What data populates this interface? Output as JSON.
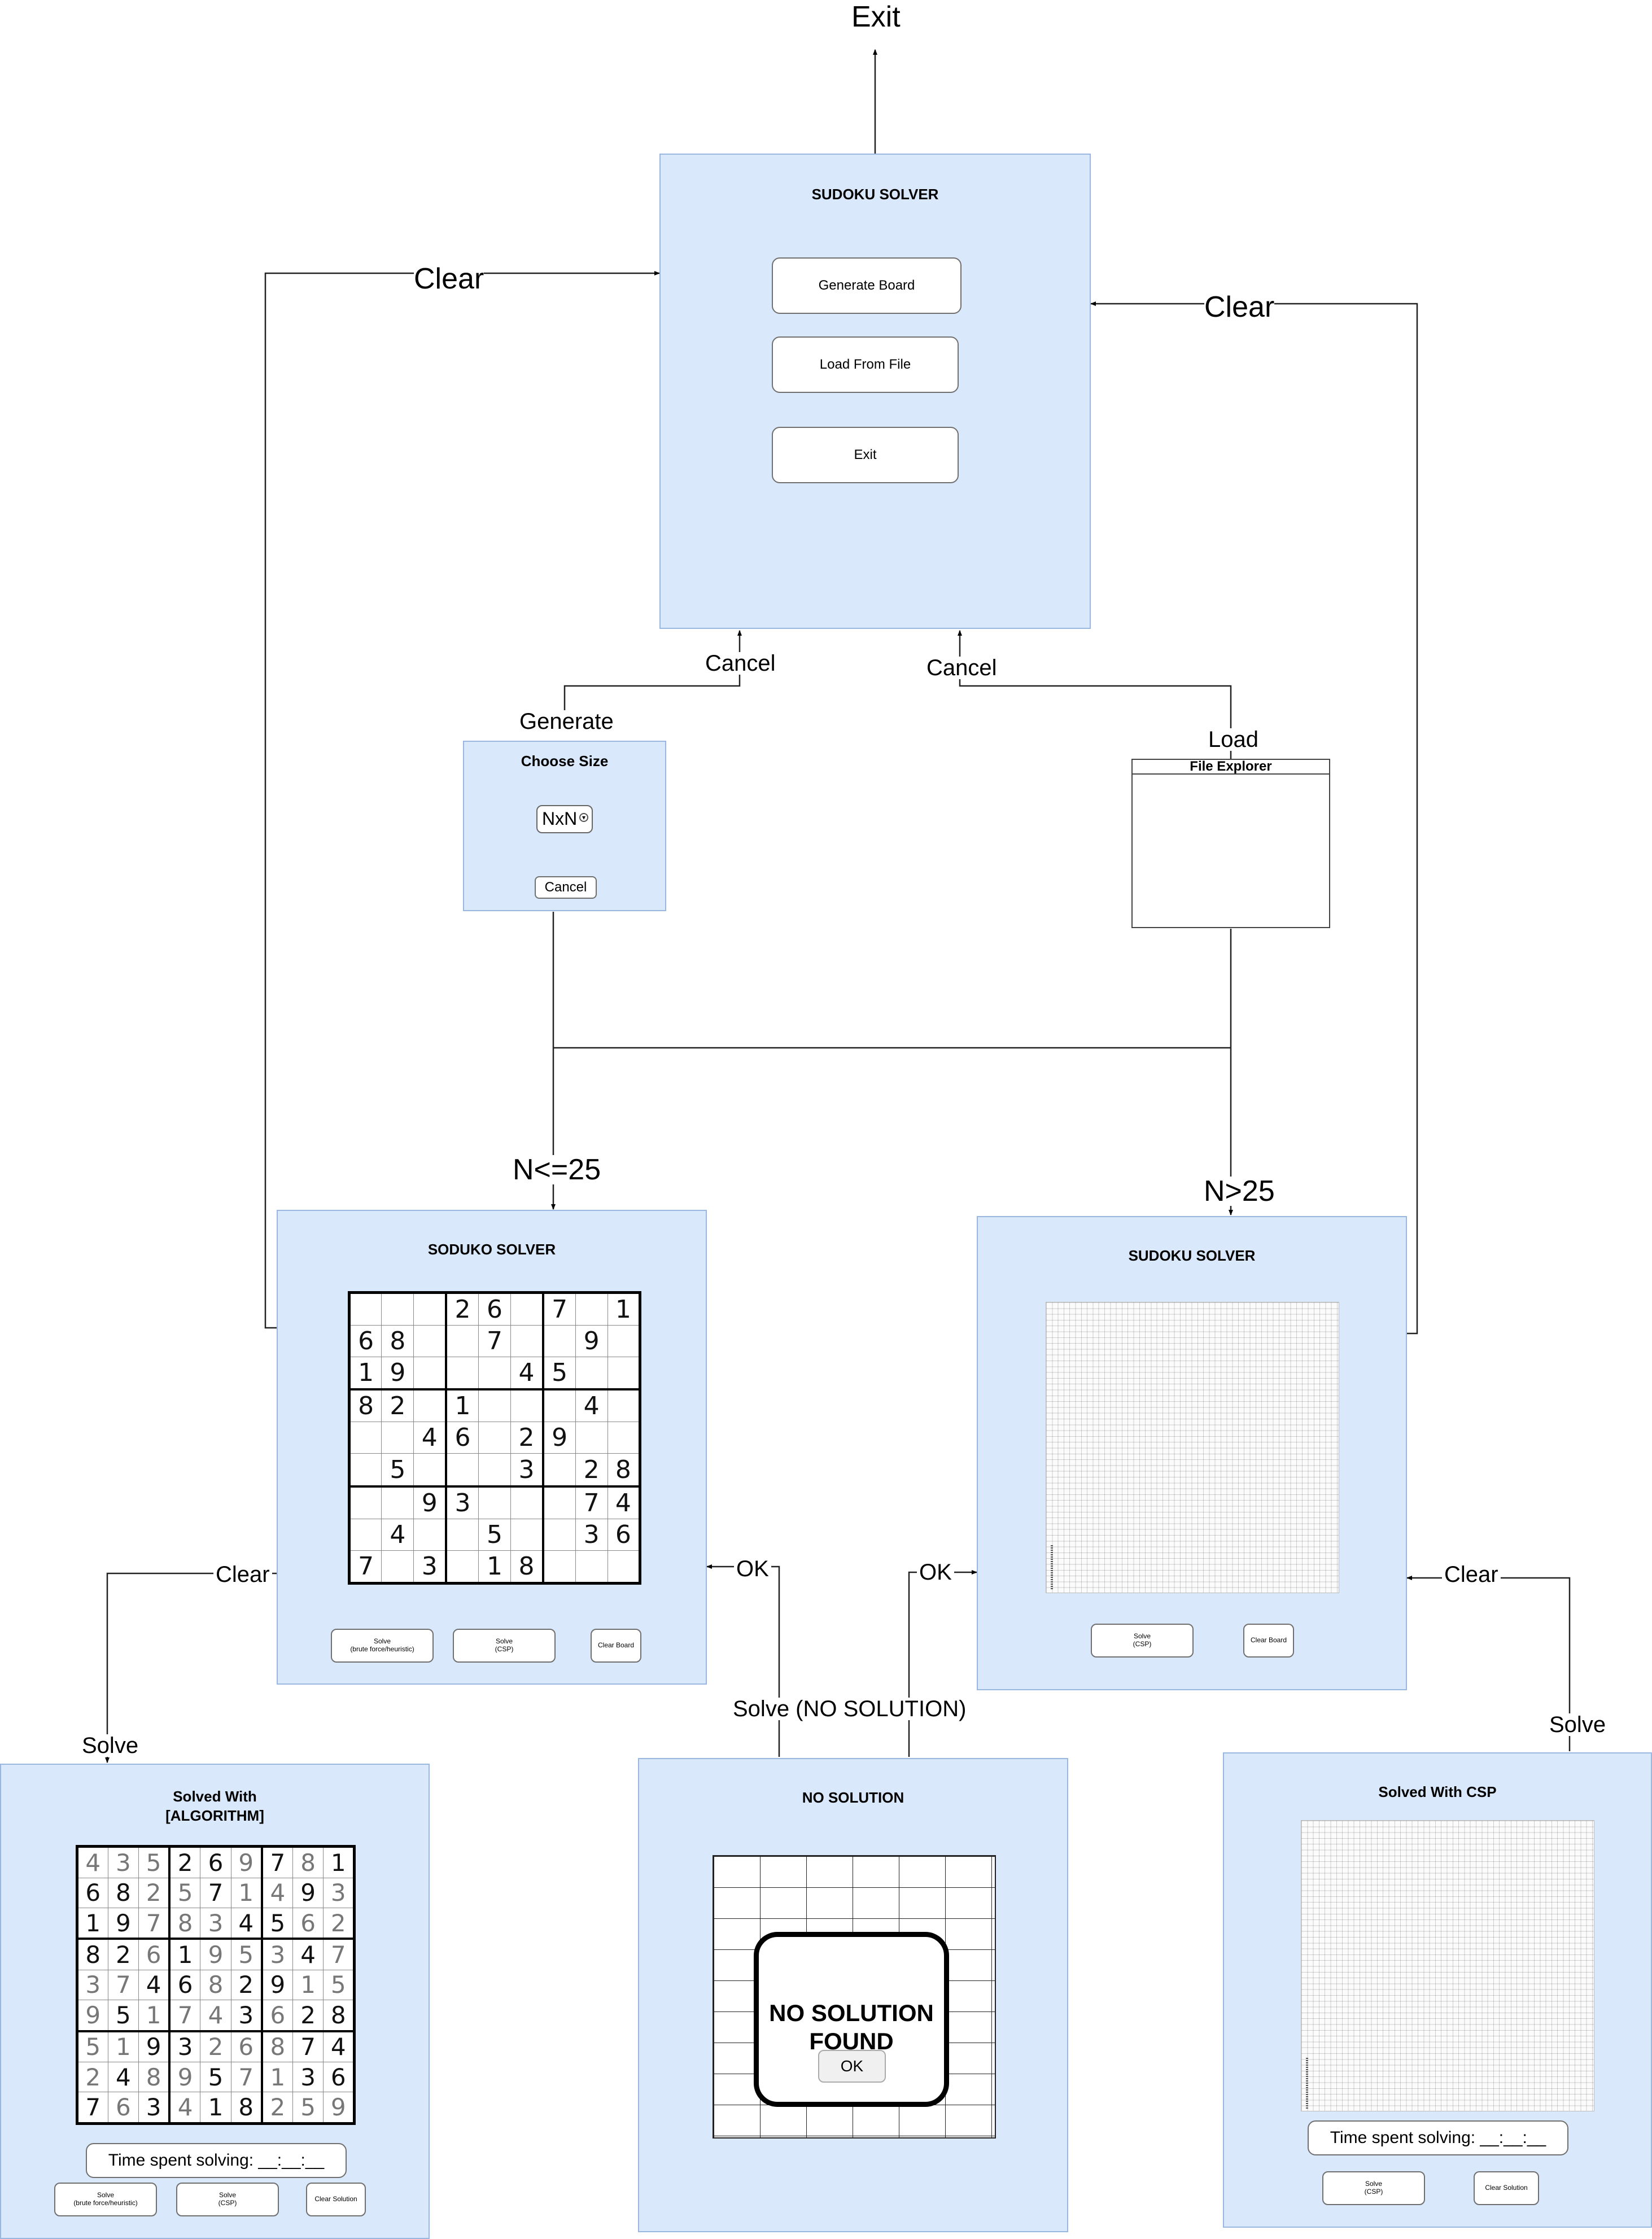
{
  "flow_labels": {
    "exit": "Exit",
    "clear_left": "Clear",
    "clear_right": "Clear",
    "cancel_left": "Cancel",
    "cancel_right": "Cancel",
    "generate": "Generate",
    "load": "Load",
    "n_le_25": "N<=25",
    "n_gt_25": "N>25",
    "clear_small_solved": "Clear",
    "clear_big_solved": "Clear",
    "ok_left": "OK",
    "ok_right": "OK",
    "solve_no_solution": "Solve (NO SOLUTION)",
    "solve_left": "Solve",
    "solve_right": "Solve"
  },
  "main_menu": {
    "title": "SUDOKU SOLVER",
    "generate_button": "Generate Board",
    "load_button": "Load From File",
    "exit_button": "Exit"
  },
  "choose_size": {
    "title": "Choose Size",
    "size_select": "NxN",
    "cancel_button": "Cancel"
  },
  "file_explorer": {
    "title": "File Explorer"
  },
  "small_solver": {
    "title": "SODUKO SOLVER",
    "solve_brute_button": "Solve\n(brute force/heuristic)",
    "solve_csp_button": "Solve\n(CSP)",
    "clear_board_button": "Clear Board",
    "board": [
      "...26.7.1",
      "68..7..9.",
      "19...45..",
      "82.1...4.",
      "..46.29..",
      ".5...3.28",
      "..93...74",
      ".4..5..36",
      "7.3.18..."
    ]
  },
  "big_solver": {
    "title": "SUDOKU SOLVER",
    "solve_csp_button": "Solve\n(CSP)",
    "clear_board_button": "Clear Board"
  },
  "solved_small": {
    "title": "Solved With\n[ALGORITHM]",
    "time_label": "Time spent solving: __:__:__",
    "solve_brute_button": "Solve\n(brute force/heuristic)",
    "solve_csp_button": "Solve\n(CSP)",
    "clear_solution_button": "Clear Solution",
    "solution": [
      "435269781",
      "682571493",
      "197834562",
      "826195347",
      "374682915",
      "951743628",
      "519326874",
      "248957136",
      "763418259"
    ]
  },
  "no_solution": {
    "title": "NO SOLUTION",
    "message": "NO SOLUTION\nFOUND",
    "ok_button": "OK"
  },
  "solved_csp": {
    "title": "Solved With CSP",
    "time_label": "Time spent solving: __:__:__",
    "solve_csp_button": "Solve\n(CSP)",
    "clear_solution_button": "Clear Solution"
  }
}
